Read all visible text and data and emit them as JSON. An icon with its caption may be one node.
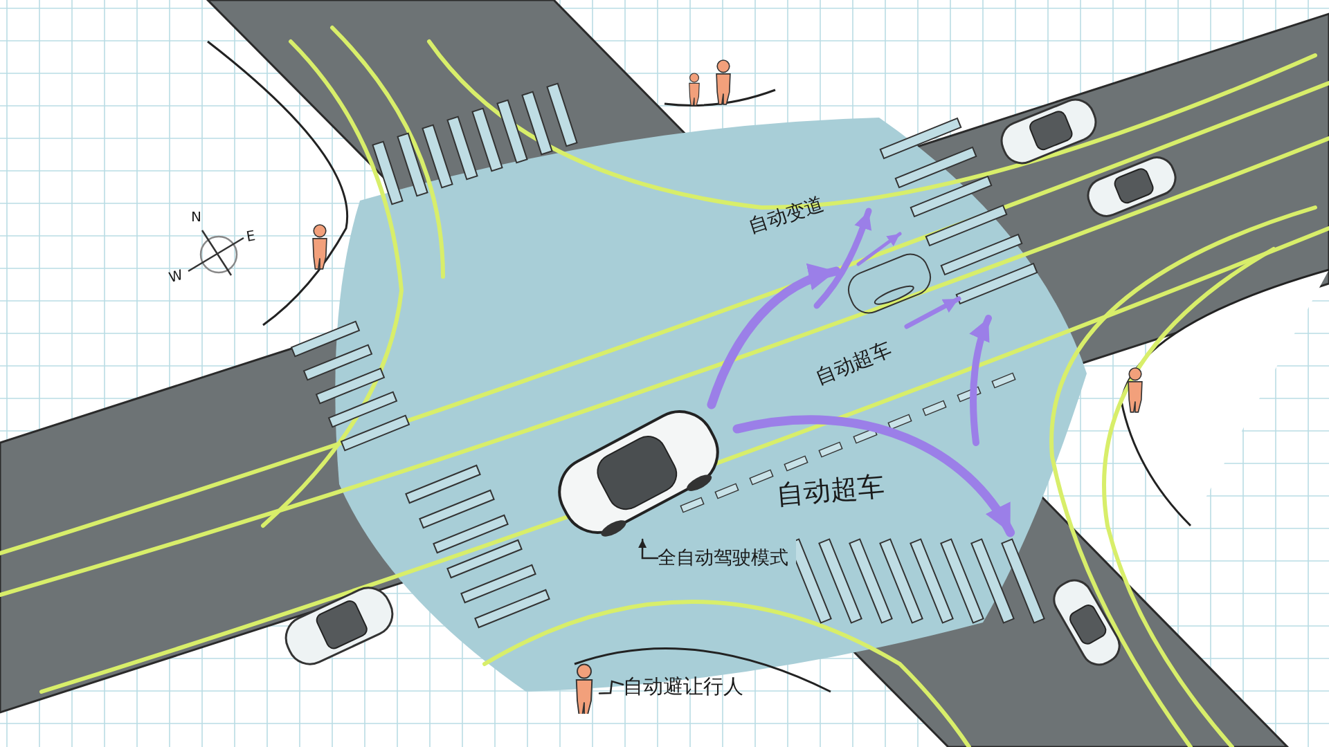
{
  "diagram": {
    "nodes": [
      {
        "text": [],
        "shape": "picture"
      },
      {
        "text": [
          "全自动驾驶模式"
        ]
      },
      {
        "text": [],
        "shape": "person"
      },
      {
        "text": [
          "自动避让行人"
        ]
      },
      {
        "text": [],
        "shape": "crosswalk"
      }
    ],
    "edges": [
      {
        "from": 0,
        "to": null,
        "arrow": "to",
        "style": "thick",
        "color": "#9b7fe8"
      },
      {
        "from": 0,
        "to": 4,
        "arrow": "to",
        "style": "thick",
        "color": "#9b7fe8"
      },
      {
        "from": 1,
        "to": 0,
        "arrow": "to",
        "color": "#222222"
      },
      {
        "from": 3,
        "to": 2,
        "arrow": "none",
        "color": "#222222"
      }
    ],
    "labels": [
      "自动变道",
      "N",
      "E",
      "W",
      "自动超车",
      "自动超车"
    ]
  }
}
